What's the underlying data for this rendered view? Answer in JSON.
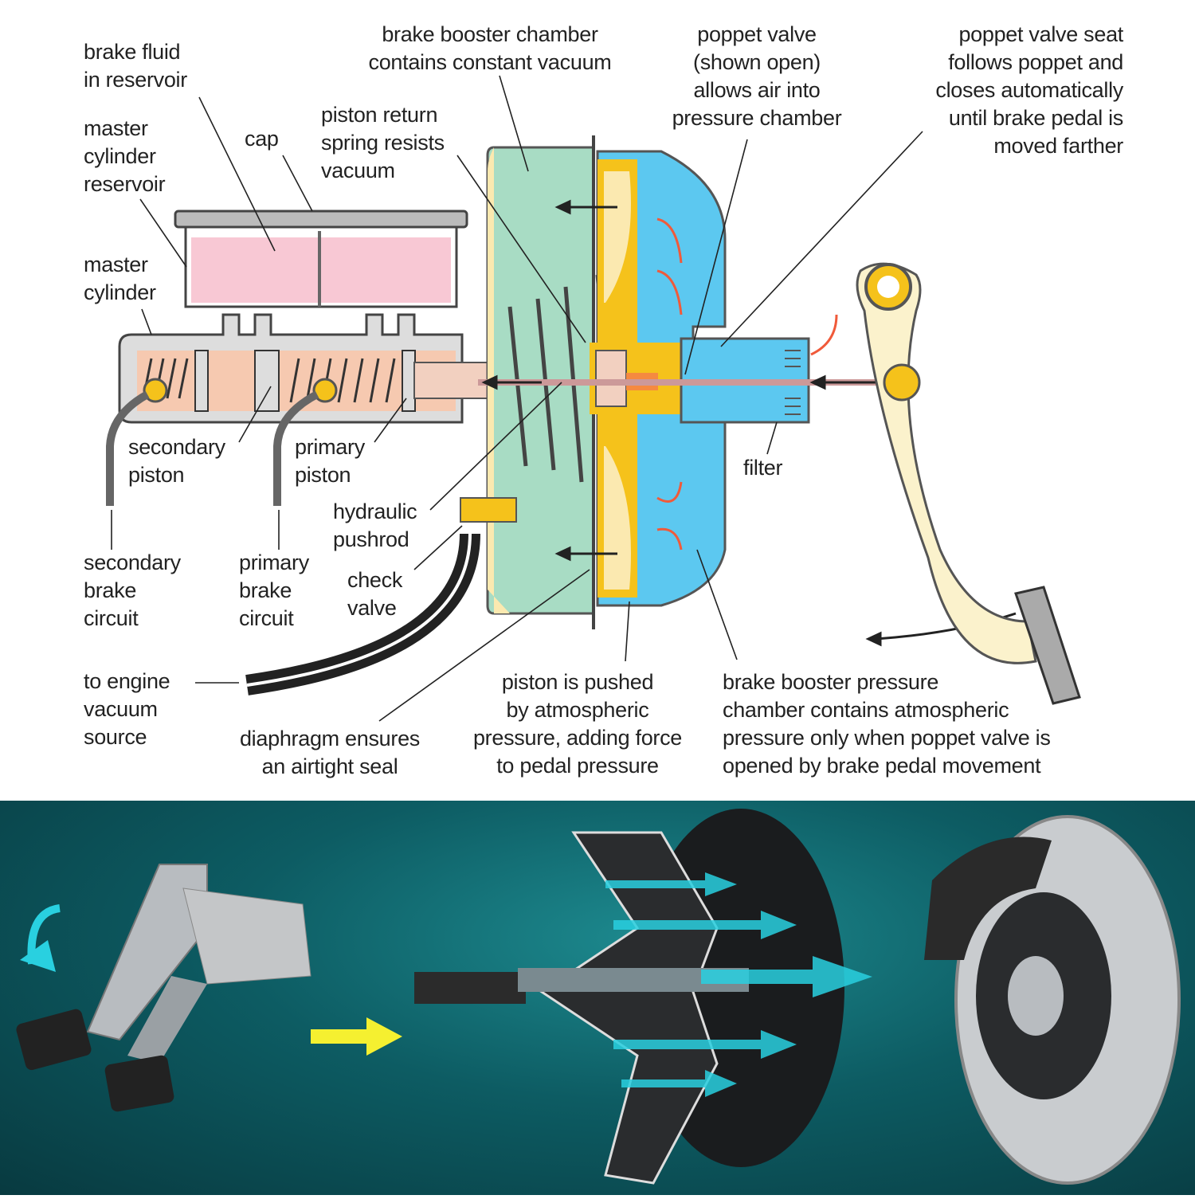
{
  "labels": {
    "brake_fluid": "brake fluid\nin reservoir",
    "mc_reservoir": "master\ncylinder\nreservoir",
    "cap": "cap",
    "master_cylinder": "master\ncylinder",
    "booster_chamber": "brake booster chamber\ncontains constant vacuum",
    "return_spring": "piston return\nspring resists\nvacuum",
    "poppet_valve": "poppet valve\n(shown open)\nallows air into\npressure chamber",
    "poppet_seat": "poppet valve seat\nfollows poppet and\ncloses automatically\nuntil brake pedal is\nmoved farther",
    "secondary_piston": "secondary\npiston",
    "primary_piston": "primary\npiston",
    "hydraulic_pushrod": "hydraulic\npushrod",
    "filter": "filter",
    "secondary_circuit": "secondary\nbrake\ncircuit",
    "primary_circuit": "primary\nbrake\ncircuit",
    "check_valve": "check\nvalve",
    "engine_vacuum": "to engine\nvacuum\nsource",
    "diaphragm": "diaphragm ensures\nan airtight seal",
    "piston_pushed": "piston is pushed\nby atmospheric\npressure, adding force\nto pedal pressure",
    "pressure_chamber": "brake booster pressure\nchamber contains atmospheric\npressure only when poppet valve is\nopened by brake pedal movement"
  },
  "colors": {
    "fluid": "#f8c8d4",
    "vacuum_chamber": "#a8dcc4",
    "pressure_chamber": "#5cc8f0",
    "diaphragm": "#f5c21b",
    "piston_cream": "#fbe9b0",
    "air_arrow": "#f05a3a",
    "photo_bg": "#0d5c63",
    "flow_arrow": "#29d0e0",
    "yellow_arrow": "#f5f030"
  }
}
